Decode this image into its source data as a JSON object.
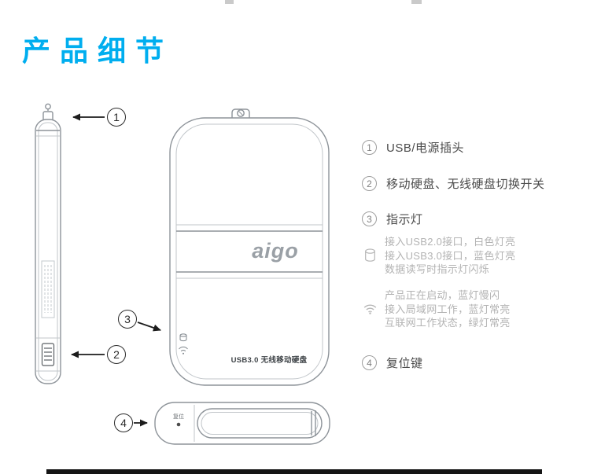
{
  "page": {
    "title": "产品细节",
    "accent_color": "#00aeef"
  },
  "device": {
    "brand": "aigo",
    "front_label": "USB3.0 无线移动硬盘",
    "reset_label": "复位"
  },
  "legend": {
    "items": [
      {
        "num": "1",
        "label": "USB/电源插头"
      },
      {
        "num": "2",
        "label": "移动硬盘、无线硬盘切换开关"
      },
      {
        "num": "3",
        "label": "指示灯"
      },
      {
        "num": "4",
        "label": "复位键"
      }
    ],
    "notes": [
      {
        "icon": "drive-icon",
        "lines": [
          "接入USB2.0接口，白色灯亮",
          "接入USB3.0接口，蓝色灯亮",
          "数据读写时指示灯闪烁"
        ]
      },
      {
        "icon": "wifi-icon",
        "lines": [
          "产品正在启动，蓝灯慢闪",
          "接入局域网工作，蓝灯常亮",
          "互联网工作状态，绿灯常亮"
        ]
      }
    ]
  }
}
